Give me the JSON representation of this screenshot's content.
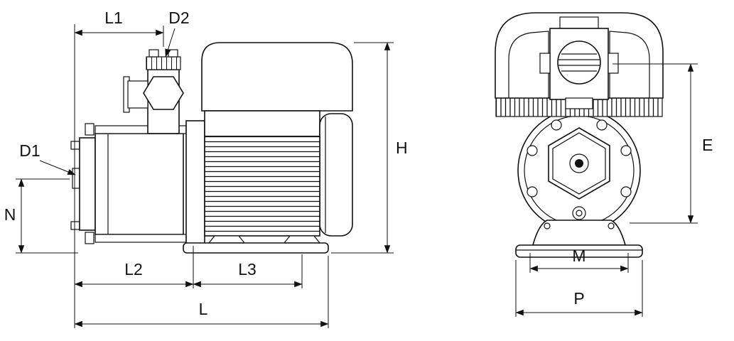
{
  "drawing": {
    "subject": "pump-dimensional-drawing",
    "colors": {
      "line": "#111111",
      "background": "#ffffff"
    },
    "side_view": {
      "dimensions": {
        "L1": "L1",
        "D2": "D2",
        "D1": "D1",
        "N": "N",
        "H": "H",
        "L2": "L2",
        "L3": "L3",
        "L": "L"
      }
    },
    "front_view": {
      "dimensions": {
        "E": "E",
        "M": "M",
        "P": "P"
      }
    }
  }
}
